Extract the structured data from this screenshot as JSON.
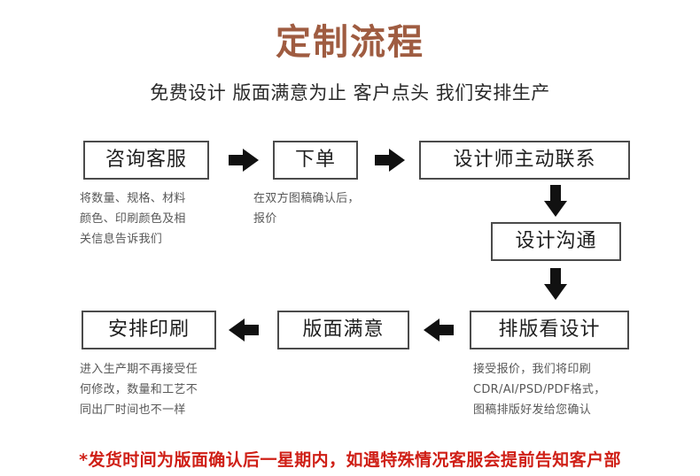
{
  "header": {
    "title": "定制流程",
    "title_color": "#9f5c41",
    "subtitle": "免费设计 版面满意为止 客户点头 我们安排生产",
    "subtitle_color": "#2b2b2b"
  },
  "flow": {
    "boxes": [
      {
        "id": "consult",
        "label": "咨询客服"
      },
      {
        "id": "order",
        "label": "下单"
      },
      {
        "id": "designer",
        "label": "设计师主动联系"
      },
      {
        "id": "commun",
        "label": "设计沟通"
      },
      {
        "id": "layout",
        "label": "排版看设计"
      },
      {
        "id": "approve",
        "label": "版面满意"
      },
      {
        "id": "print",
        "label": "安排印刷"
      }
    ],
    "captions": [
      {
        "id": "consult-caption",
        "text": "将数量、规格、材料\n颜色、印刷颜色及相\n关信息告诉我们"
      },
      {
        "id": "order-caption",
        "text": "在双方图稿确认后，\n报价"
      },
      {
        "id": "layout-caption",
        "text": "接受报价，我们将印刷\nCDR/AI/PSD/PDF格式，\n图稿排版好发给您确认"
      },
      {
        "id": "print-caption",
        "text": "进入生产期不再接受任\n何修改，数量和工艺不\n同出厂时间也不一样"
      }
    ],
    "arrows": [
      {
        "id": "arrow-consult-to-order",
        "direction": "right"
      },
      {
        "id": "arrow-order-to-designer",
        "direction": "right"
      },
      {
        "id": "arrow-designer-to-commun",
        "direction": "down"
      },
      {
        "id": "arrow-commun-to-layout",
        "direction": "down"
      },
      {
        "id": "arrow-layout-to-approve",
        "direction": "left"
      },
      {
        "id": "arrow-approve-to-print",
        "direction": "left"
      }
    ],
    "box_border_color": "#4b4b4b",
    "arrow_color": "#111111",
    "caption_color": "#585858"
  },
  "footer": {
    "note": "*发货时间为版面确认后一星期内，如遇特殊情况客服会提前告知客户部",
    "note_color": "#cf1f16"
  }
}
